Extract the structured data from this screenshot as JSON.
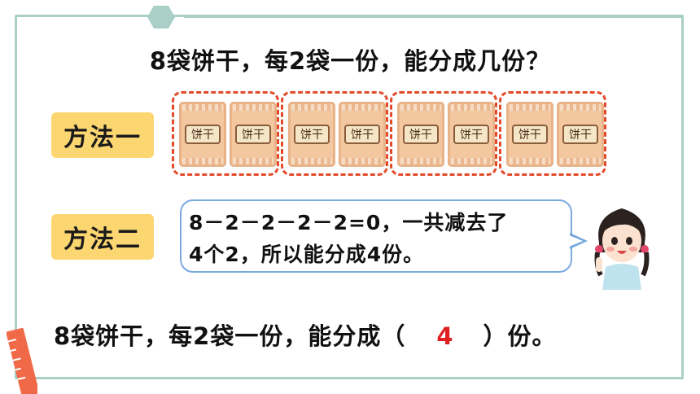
{
  "title": "8袋饼干，每2袋一份，能分成几份？",
  "method1": {
    "label": "方法一",
    "bag_text": "饼干",
    "groups": 4,
    "bags_per_group": 2
  },
  "method2": {
    "label": "方法二",
    "line1": "8－2－2－2－2=0，一共减去了",
    "line2": "4个2，所以能分成4份。"
  },
  "answer": {
    "prefix": "8袋饼干，每2袋一份，能分成（",
    "value": "4",
    "suffix": "）份。"
  },
  "colors": {
    "frame": "#a9cfc6",
    "label_bg": "#fcd771",
    "dash": "#e24a2a",
    "bubble": "#7aa9dd",
    "answer": "#e02020"
  }
}
